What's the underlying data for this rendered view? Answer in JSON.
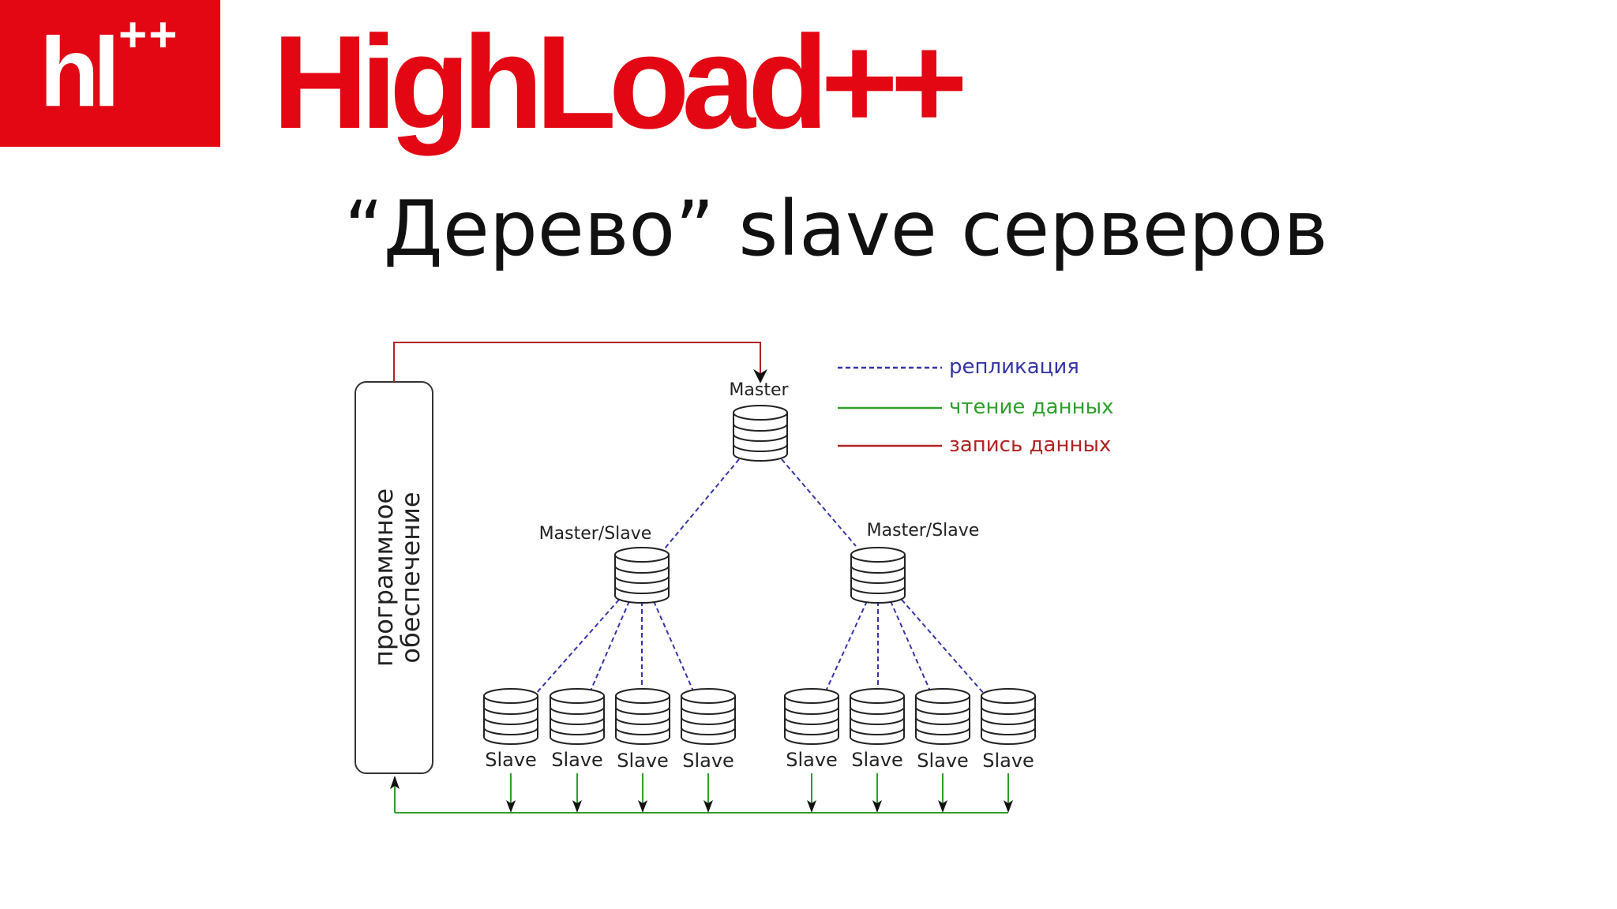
{
  "header": {
    "badge_text": "hl",
    "badge_plus": "++",
    "brand_text": "HighLoad++"
  },
  "title": "“Дерево” slave серверов",
  "diagram": {
    "software_label_line1": "программное",
    "software_label_line2": "обеспечение",
    "master_label": "Master",
    "master_slave_left_label": "Master/Slave",
    "master_slave_right_label": "Master/Slave",
    "slave_labels": [
      "Slave",
      "Slave",
      "Slave",
      "Slave",
      "Slave",
      "Slave",
      "Slave",
      "Slave"
    ],
    "legend": [
      {
        "label": "репликация",
        "color": "#3535a8",
        "style": "dashed"
      },
      {
        "label": "чтение данных",
        "color": "#2ca02c",
        "style": "solid"
      },
      {
        "label": "запись данных",
        "color": "#b22222",
        "style": "solid"
      }
    ]
  },
  "colors": {
    "brand_red": "#e30613",
    "replication": "#3535a8",
    "read": "#2ca02c",
    "write": "#b22222"
  }
}
